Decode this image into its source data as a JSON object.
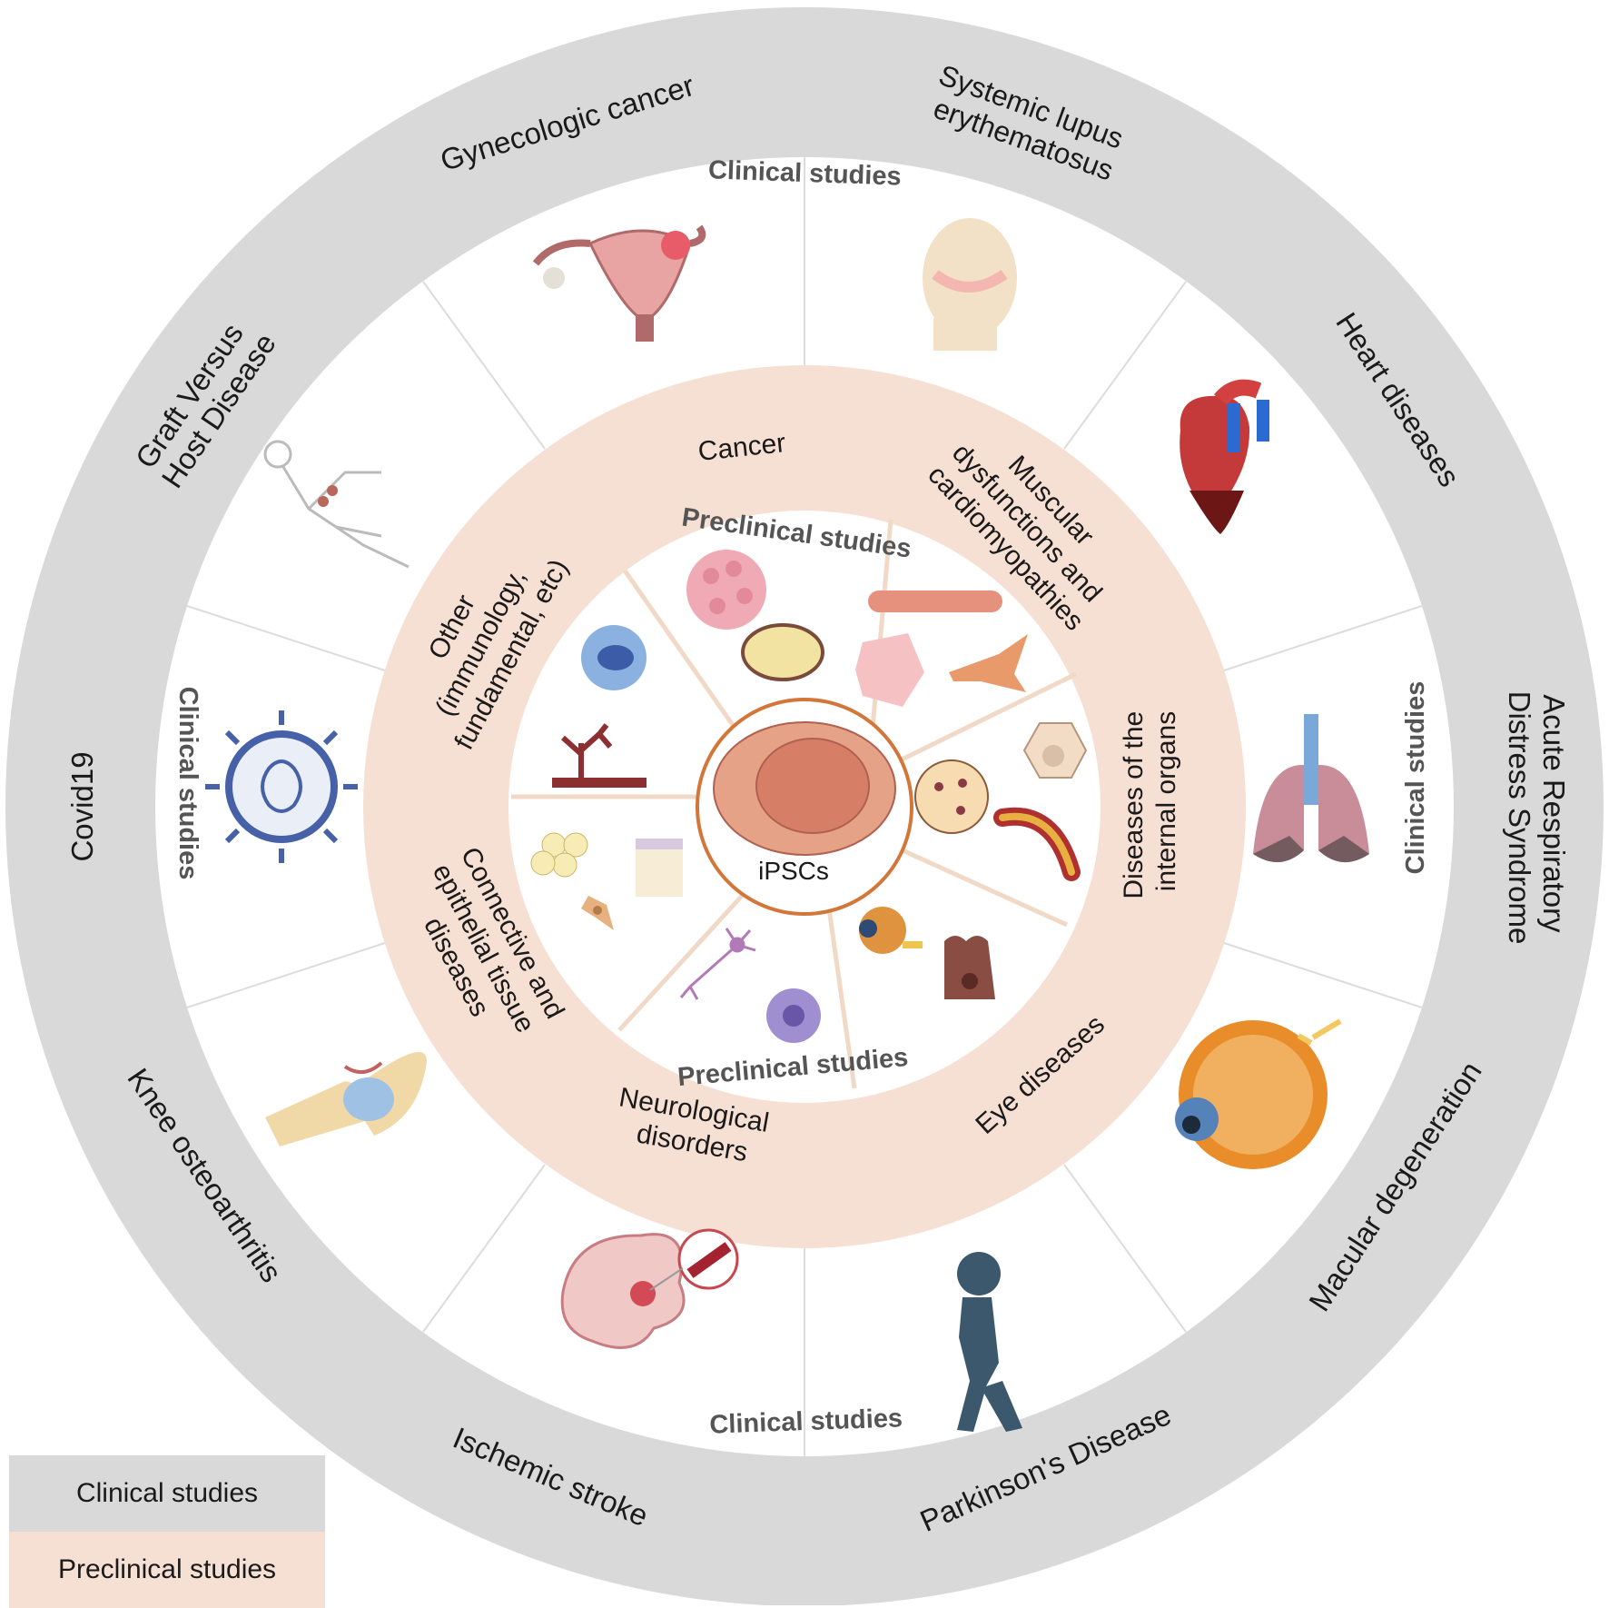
{
  "center": {
    "label": "iPSCs"
  },
  "ring_labels": {
    "clinical": "Clinical studies",
    "preclinical": "Preclinical studies"
  },
  "outer_diseases": [
    "Gynecologic cancer",
    "Systemic lupus erythematosus",
    "Heart diseases",
    "Acute Respiratory Distress Syndrome",
    "Macular degeneration",
    "Parkinson's Disease",
    "Ischemic stroke",
    "Knee osteoarthritis",
    "Covid19",
    "Graft Versus Host Disease"
  ],
  "preclinical_categories": [
    "Cancer",
    "Muscular dysfunctions and cardiomyopathies",
    "Diseases of the internal organs",
    "Eye diseases",
    "Neurological disorders",
    "Connective and epithelial tissue diseases",
    "Other (immunology, fundamental, etc)"
  ],
  "legend": [
    {
      "label": "Clinical studies",
      "color": "#d9d9d9"
    },
    {
      "label": "Preclinical studies",
      "color": "#f6e0d3"
    }
  ],
  "colors": {
    "outer_ring": "#d9d9d9",
    "preclinical_ring": "#f6e0d3",
    "center_ring": "#d2763a",
    "cell_outer": "#e5a286",
    "cell_nucleus": "#d77f66"
  }
}
